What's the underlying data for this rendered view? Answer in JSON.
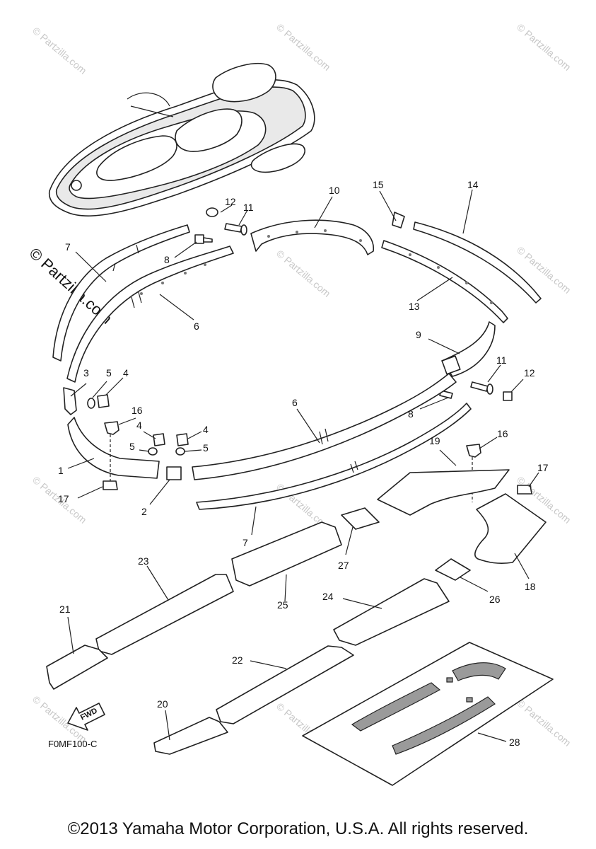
{
  "diagram": {
    "code": "F0MF100-C",
    "fwd_label": "FWD",
    "callouts": [
      "1",
      "2",
      "3",
      "4",
      "5",
      "6",
      "7",
      "8",
      "9",
      "10",
      "11",
      "12",
      "13",
      "14",
      "15",
      "16",
      "17",
      "18",
      "19",
      "20",
      "21",
      "22",
      "23",
      "24",
      "25",
      "26",
      "27",
      "28"
    ],
    "watermark": "© Partzilla.com"
  },
  "footer": {
    "copyright": "©2013 Yamaha Motor Corporation, U.S.A. All rights reserved."
  }
}
